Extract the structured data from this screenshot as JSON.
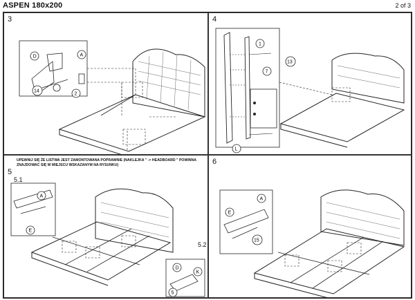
{
  "doc": {
    "title": "ASPEN 180x200",
    "page": "2 of 3"
  },
  "steps": {
    "s3": {
      "number": "3",
      "callouts": [
        "D",
        "A",
        "14",
        "2"
      ]
    },
    "s4": {
      "number": "4",
      "callouts": [
        "1",
        "7",
        "13",
        "L"
      ]
    },
    "s5": {
      "number": "5",
      "sub1": "5.1",
      "sub2": "5.2",
      "note": "UPEWNIJ SIĘ ŻE LISTWA JEST ZAMONTOWANA POPRAWNIE (NAKLEJKA \" -> HEADBOARD \" POWINNA ZNAJDOWAĆ SIĘ W MIEJSCU WSKAZANYM NA RYSUNKU)",
      "callouts": [
        "A",
        "E",
        "D",
        "K",
        "5"
      ]
    },
    "s6": {
      "number": "6",
      "callouts": [
        "A",
        "E",
        "15"
      ]
    }
  }
}
